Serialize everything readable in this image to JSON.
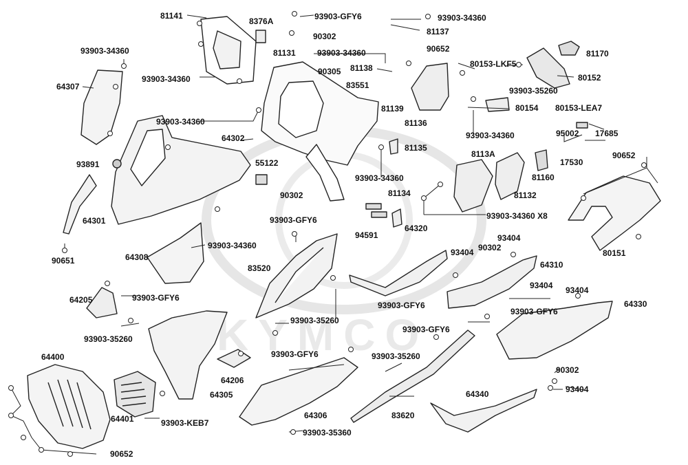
{
  "watermark": "KYMCO",
  "labels": {
    "p81141": "81141",
    "p8376A": "8376A",
    "p93903_GFY6_a": "93903-GFY6",
    "p90302_a": "90302",
    "p93903_34360_a": "93903-34360",
    "p81137": "81137",
    "p93903_34360_b": "93903-34360",
    "p81131": "81131",
    "p93903_34360_c": "93903-34360",
    "p90652_a": "90652",
    "p81170": "81170",
    "p80153_LKF5": "80153-LKF5",
    "p81138": "81138",
    "p80152": "80152",
    "p64307": "64307",
    "p93903_34360_d": "93903-34360",
    "p90305": "90305",
    "p83551": "83551",
    "p93903_35260_a": "93903-35260",
    "p81139": "81139",
    "p80154": "80154",
    "p80153_LEA7": "80153-LEA7",
    "p93903_34360_e": "93903-34360",
    "p81136": "81136",
    "p93903_34360_f": "93903-34360",
    "p95002": "95002",
    "p17685": "17685",
    "p64302": "64302",
    "p81135": "81135",
    "p93891": "93891",
    "p55122": "55122",
    "p8113A": "8113A",
    "p90652_b": "90652",
    "p17530": "17530",
    "p93903_34360_g": "93903-34360",
    "p81160": "81160",
    "p90302_b": "90302",
    "p81134": "81134",
    "p81132": "81132",
    "p64301": "64301",
    "p93903_34360_X8": "93903-34360 X8",
    "p93903_GFY6_b": "93903-GFY6",
    "p94591": "94591",
    "p64320": "64320",
    "p93903_34360_h": "93903-34360",
    "p93404_a": "93404",
    "p90302_c": "90302",
    "p93404_b": "93404",
    "p80151": "80151",
    "p64308": "64308",
    "p90651": "90651",
    "p64310": "64310",
    "p83520": "83520",
    "p93404_c": "93404",
    "p93404_d": "93404",
    "p64205": "64205",
    "p93903_GFY6_c": "93903-GFY6",
    "p93903_GFY6_d": "93903-GFY6",
    "p64330": "64330",
    "p93903_GFY6_e": "93903-GFY6",
    "p93903_35260_b": "93903-35260",
    "p93903_35260_c": "93903-35260",
    "p93903_GFY6_f": "93903-GFY6",
    "p64400": "64400",
    "p93903_35260_d": "93903-35260",
    "p93903_GFY6_g": "93903-GFY6",
    "p64206": "64206",
    "p90302_d": "90302",
    "p64305": "64305",
    "p93404_e": "93404",
    "p64340": "64340",
    "p64401": "64401",
    "p93903_KEB7": "93903-KEB7",
    "p64306": "64306",
    "p83620": "83620",
    "p93903_35360": "93903-35360",
    "p90652_c": "90652"
  }
}
